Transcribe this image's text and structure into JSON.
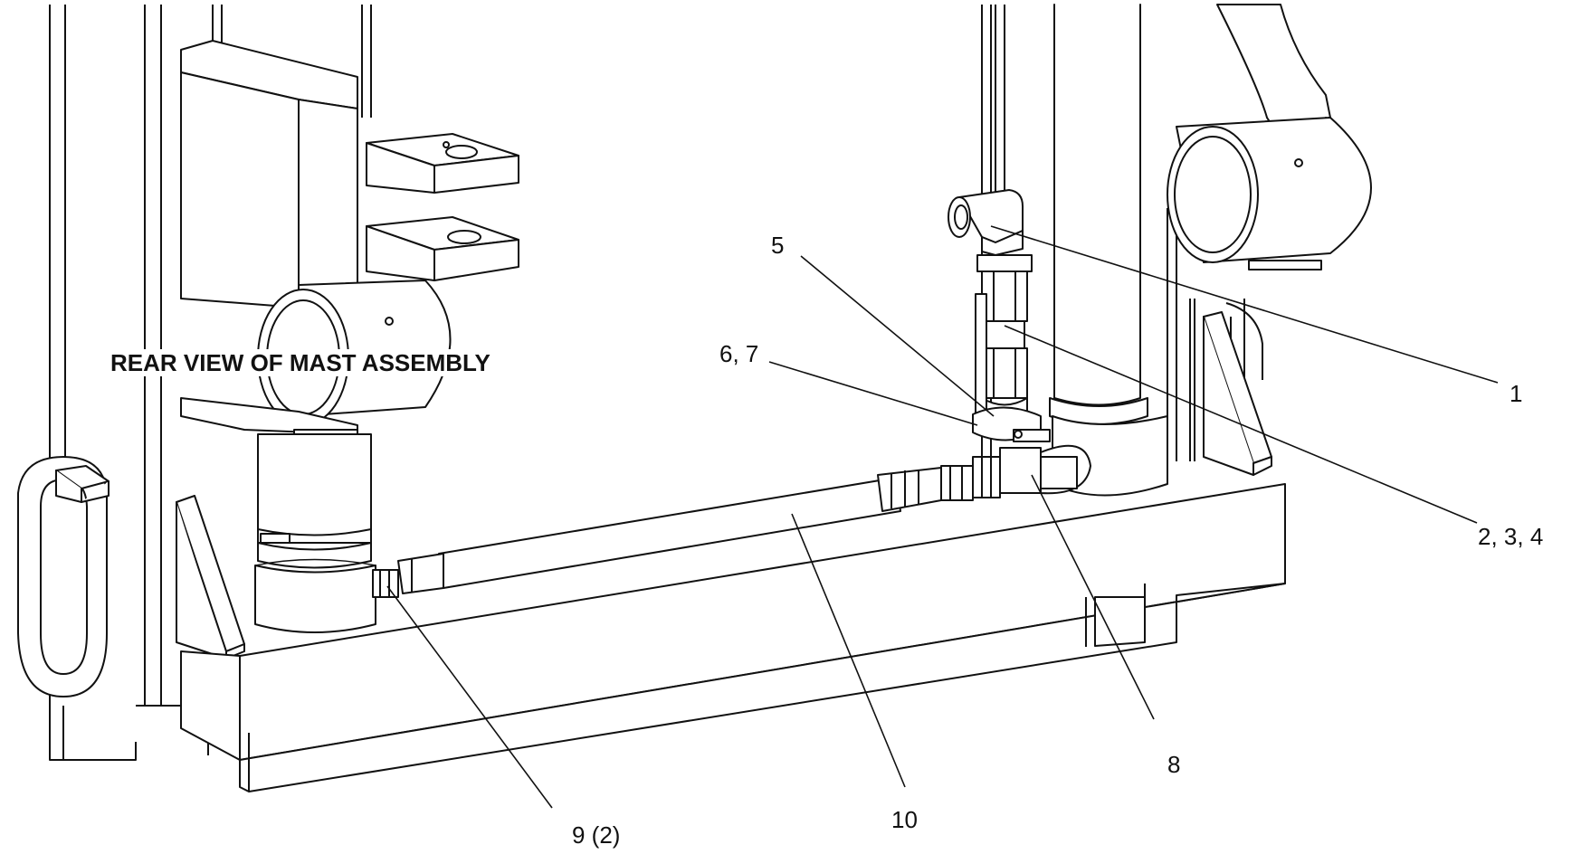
{
  "title": "REAR VIEW OF MAST ASSEMBLY",
  "callouts": [
    {
      "id": "c1",
      "text": "1"
    },
    {
      "id": "c234",
      "text": "2, 3, 4"
    },
    {
      "id": "c5",
      "text": "5"
    },
    {
      "id": "c67",
      "text": "6, 7"
    },
    {
      "id": "c8",
      "text": "8"
    },
    {
      "id": "c92",
      "text": "9 (2)"
    },
    {
      "id": "c10",
      "text": "10"
    }
  ]
}
